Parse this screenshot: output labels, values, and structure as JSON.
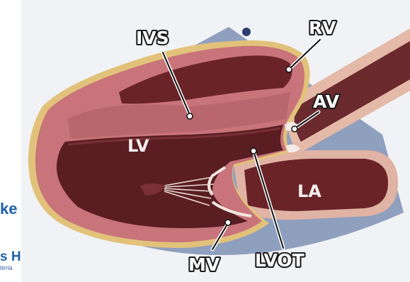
{
  "labels": {
    "ivs": "IVS",
    "rv": "RV",
    "av": "AV",
    "lv": "LV",
    "la": "LA",
    "mv": "MV",
    "lvot": "LVOT"
  },
  "side_text": {
    "line1": "ke",
    "line2": "s H",
    "line3": "teria"
  },
  "colors": {
    "background_panel": "#f0f2f5",
    "scan_sector": "#8f9fbe",
    "myocardium": "#c8747a",
    "myocardium_dark": "#a55a62",
    "cavity": "#5a1e22",
    "pericardium": "#e2c27a",
    "aorta_wall": "#e4b9a8",
    "label_fill": "#ffffff",
    "label_outline": "#1a1a1a"
  }
}
